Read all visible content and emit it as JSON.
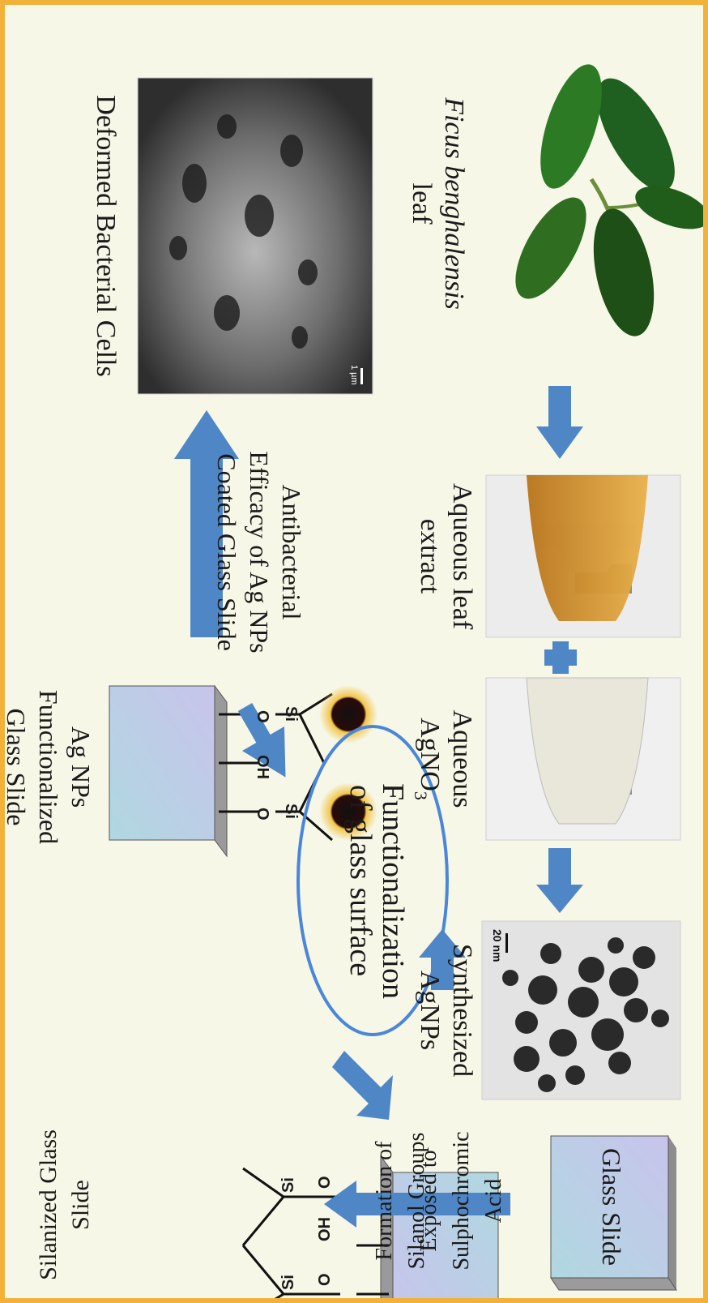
{
  "labels": {
    "leaf_name": "Ficus benghalensis",
    "leaf_suffix": "leaf",
    "leaf_extract": "Aqueous leaf extract",
    "agno3_line1": "Aqueous",
    "agno3_line2": "AgNO",
    "agno3_sub": "3",
    "agnps": "Synthesized AgNPs",
    "tem_scale": "20 nm",
    "sem_scale": "1 µm",
    "glass_slide": "Glass Slide",
    "exposed": "Exposed to Sulphochromic Acid",
    "formation": "Formation of Silanol Groups",
    "silanized": "Silanized Glass Slide",
    "functionalization": "Functionalization of glass surface",
    "ag_func": "Ag NPs Functionalized Glass Slide",
    "antibacterial": "Antibacterial Efficacy of Ag NPs Coated Glass Slide",
    "deformed": "Deformed Bacterial Cells"
  },
  "chem": {
    "si": "Si",
    "o": "O",
    "oh": "OH"
  },
  "colors": {
    "frame": "#f2b23a",
    "background": "#f6f7e7",
    "arrow": "#4f86c6",
    "oval": "#4a86d9",
    "slide_face": "#b9b6e3",
    "slide_edge": "#8a8a8a",
    "extract": "#c9921e"
  }
}
